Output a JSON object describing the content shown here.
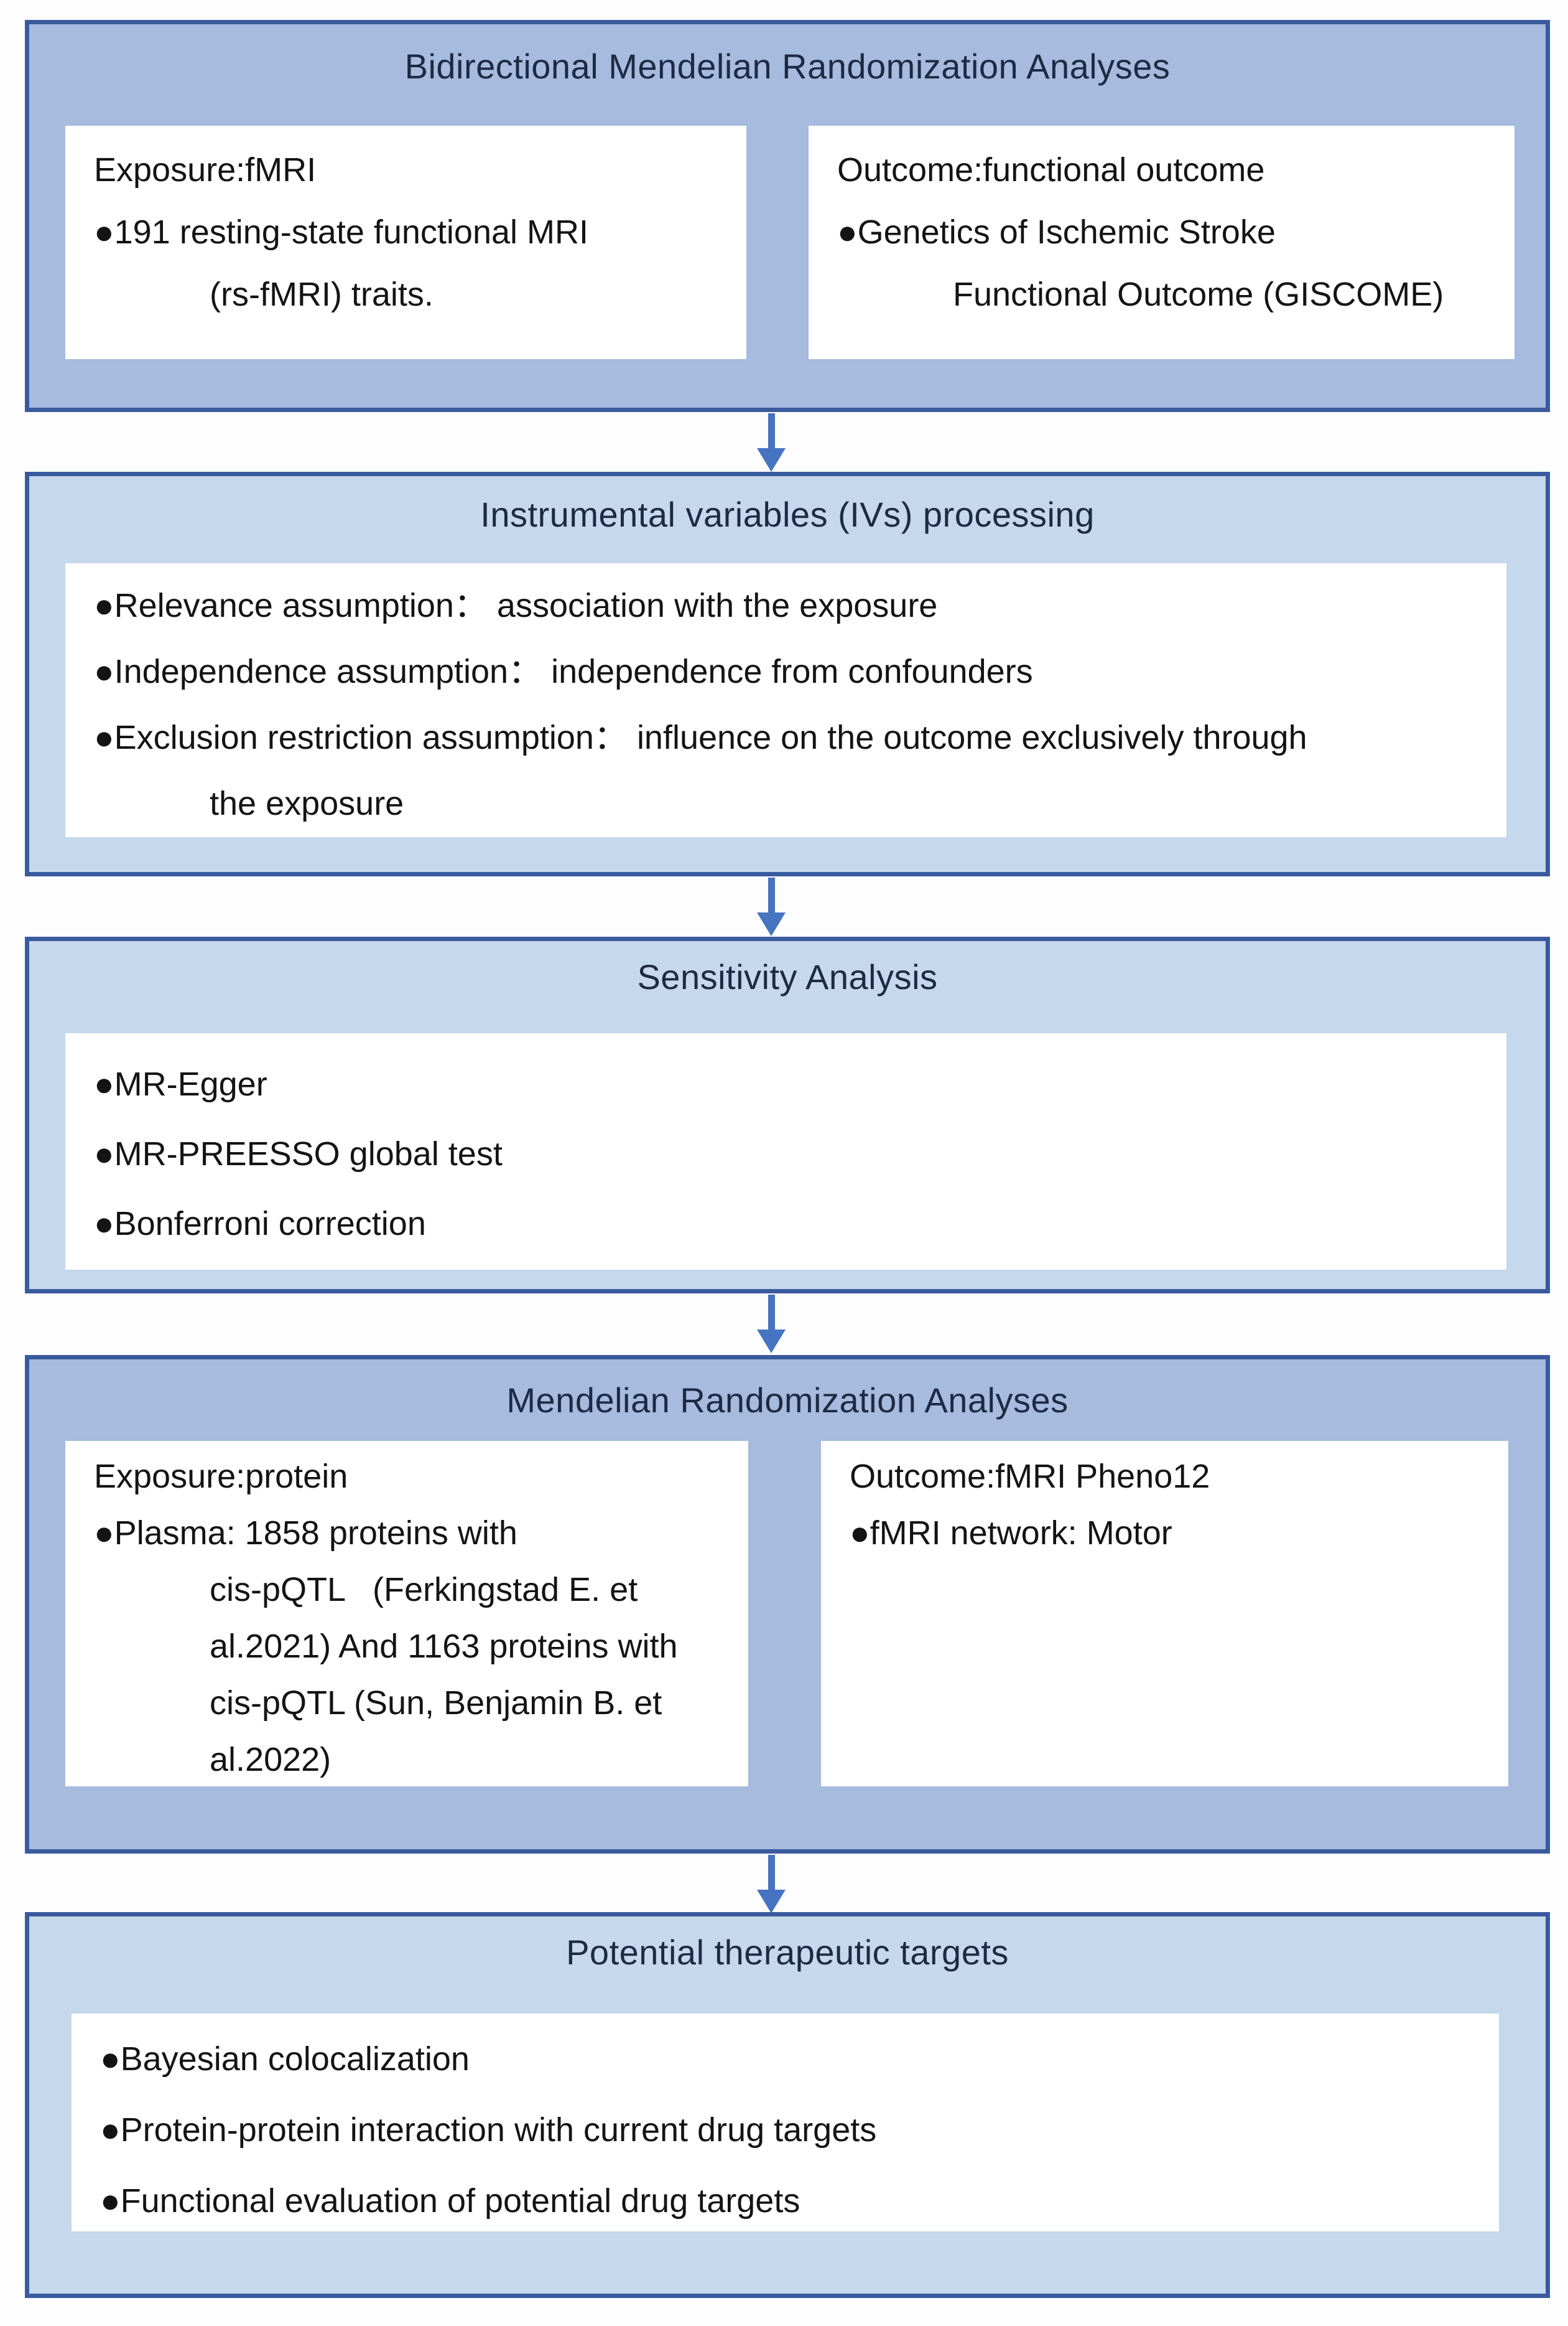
{
  "figure": {
    "type": "flowchart",
    "colors": {
      "outer_border": "#3a5a9e",
      "fill_dark": "#a6bbdd",
      "fill_light": "#c5d8ec",
      "panel_fill": "#ffffff",
      "arrow": "#4673c2",
      "title_text": "#1c2a44",
      "body_text": "#141414"
    },
    "boxes": [
      {
        "title": "Bidirectional Mendelian Randomization Analyses",
        "panels": [
          {
            "lines": [
              "Exposure:fMRI",
              "●191 resting-state functional MRI",
              "(rs-fMRI) traits."
            ]
          },
          {
            "lines": [
              "Outcome:functional outcome",
              "●Genetics of Ischemic Stroke",
              "Functional Outcome (GISCOME)"
            ]
          }
        ]
      },
      {
        "title": "Instrumental variables (IVs) processing",
        "panels": [
          {
            "lines": [
              "●Relevance assumption： association with the exposure",
              "●Independence assumption： independence from confounders",
              "●Exclusion restriction assumption： influence on the outcome exclusively through",
              "the exposure"
            ]
          }
        ]
      },
      {
        "title": "Sensitivity Analysis",
        "panels": [
          {
            "lines": [
              "●MR-Egger",
              "●MR-PREESSO global test",
              "●Bonferroni correction"
            ]
          }
        ]
      },
      {
        "title": "Mendelian Randomization Analyses",
        "panels": [
          {
            "lines": [
              "Exposure:protein",
              "●Plasma: 1858 proteins with",
              "cis-pQTL   (Ferkingstad E. et",
              "al.2021) And 1163 proteins with",
              "cis-pQTL (Sun, Benjamin B. et",
              "al.2022)"
            ]
          },
          {
            "lines": [
              "Outcome:fMRI Pheno12",
              "●fMRI network: Motor"
            ]
          }
        ]
      },
      {
        "title": "Potential therapeutic targets",
        "panels": [
          {
            "lines": [
              "●Bayesian colocalization",
              "●Protein-protein interaction with current drug targets",
              "●Functional evaluation of potential drug targets"
            ]
          }
        ]
      }
    ]
  }
}
